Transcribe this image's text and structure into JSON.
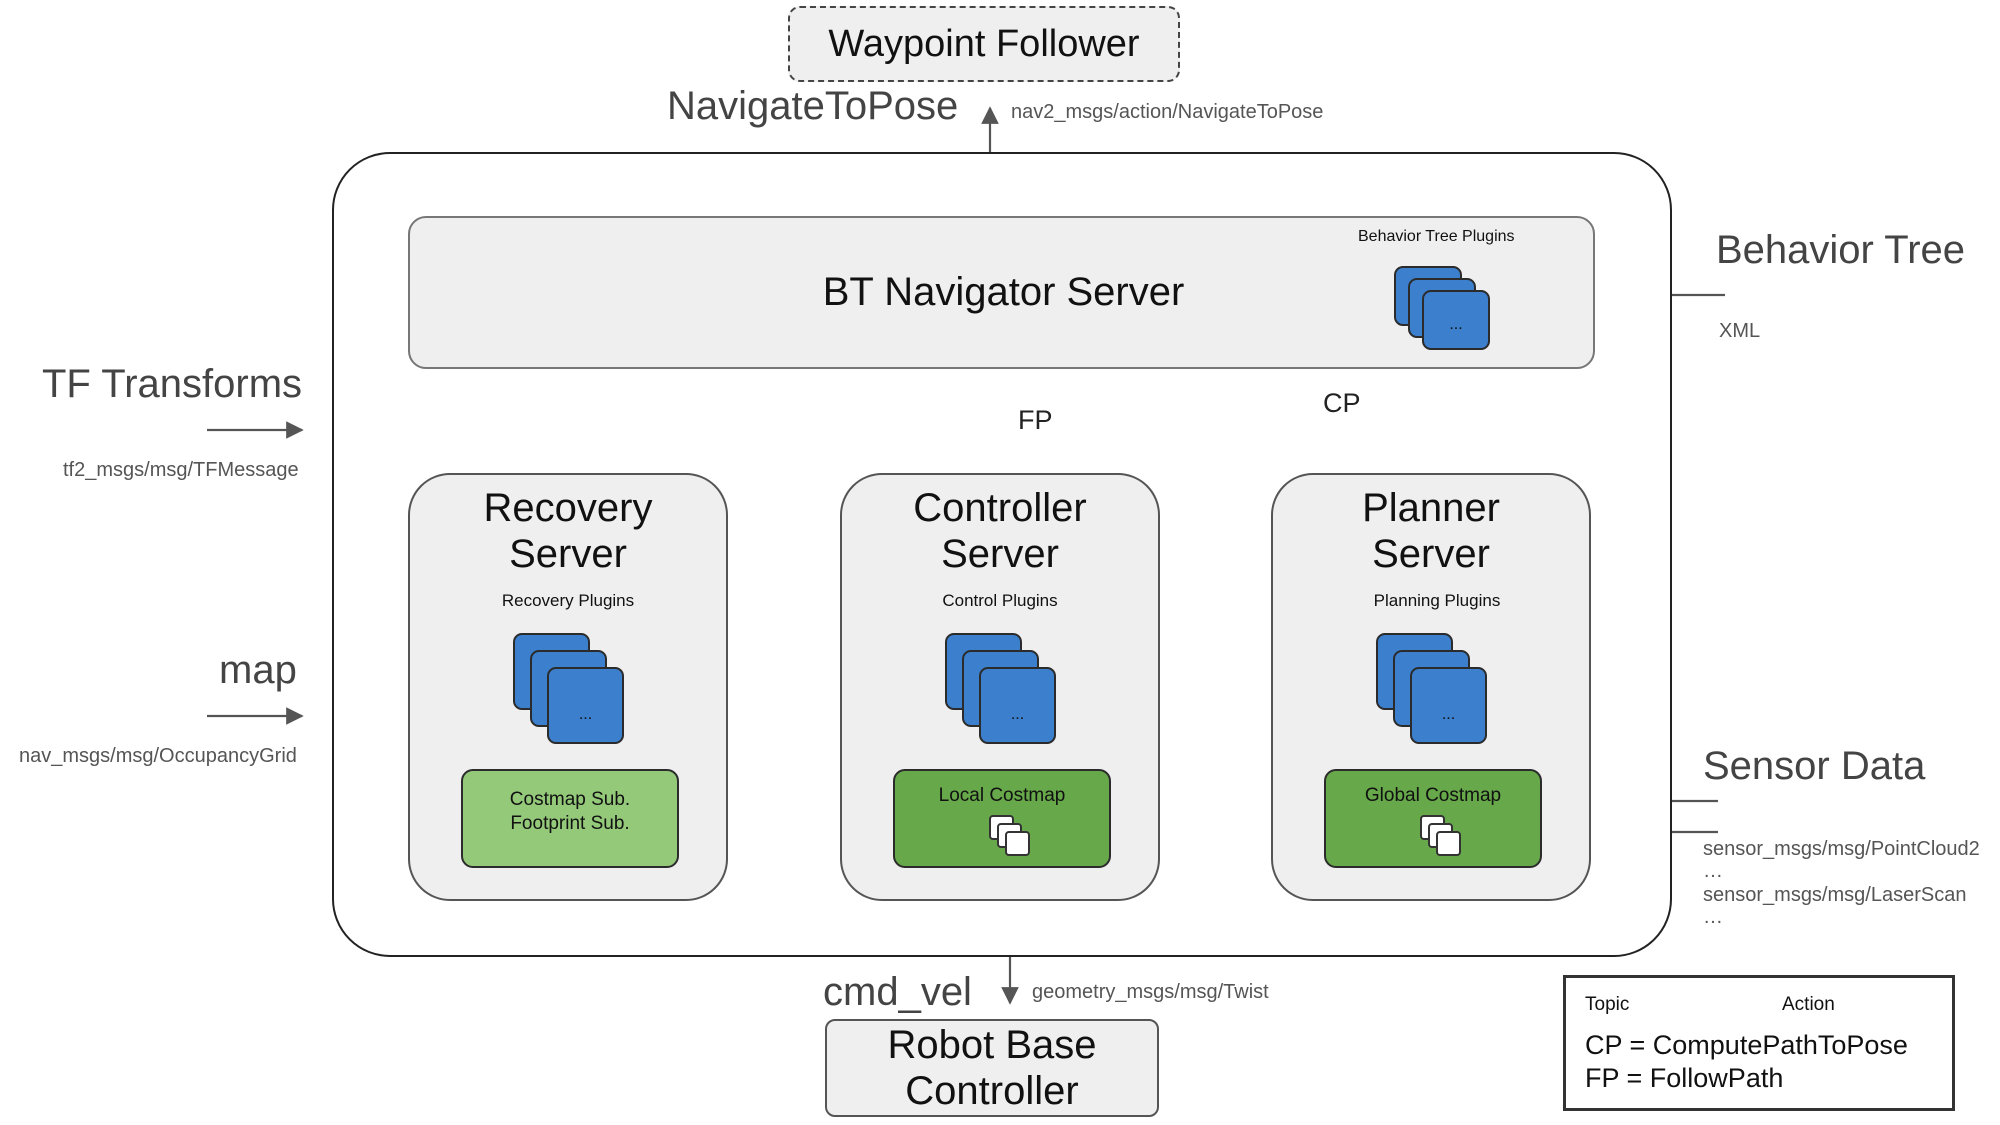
{
  "waypoint_follower": "Waypoint Follower",
  "navigate_to_pose": {
    "label": "NavigateToPose",
    "msg": "nav2_msgs/action/NavigateToPose"
  },
  "bt_navigator": {
    "title": "BT Navigator Server",
    "plugins_label": "Behavior Tree Plugins",
    "ellipsis": "..."
  },
  "behavior_tree": {
    "label": "Behavior Tree",
    "msg": "XML"
  },
  "tf_transforms": {
    "label": "TF Transforms",
    "msg": "tf2_msgs/msg/TFMessage"
  },
  "map": {
    "label": "map",
    "msg": "nav_msgs/msg/OccupancyGrid"
  },
  "fp_label": "FP",
  "cp_label": "CP",
  "recovery_server": {
    "title_line1": "Recovery",
    "title_line2": "Server",
    "plugins_label": "Recovery Plugins",
    "ellipsis": "...",
    "costmap_line1": "Costmap Sub.",
    "costmap_line2": "Footprint Sub."
  },
  "controller_server": {
    "title_line1": "Controller",
    "title_line2": "Server",
    "plugins_label": "Control Plugins",
    "ellipsis": "...",
    "costmap_label": "Local Costmap"
  },
  "planner_server": {
    "title_line1": "Planner",
    "title_line2": "Server",
    "plugins_label": "Planning Plugins",
    "ellipsis": "...",
    "costmap_label": "Global Costmap"
  },
  "sensor_data": {
    "label": "Sensor Data",
    "msg1": "sensor_msgs/msg/PointCloud2",
    "dots1": "…",
    "msg2": "sensor_msgs/msg/LaserScan",
    "dots2": "…"
  },
  "cmd_vel": {
    "label": "cmd_vel",
    "msg": "geometry_msgs/msg/Twist"
  },
  "robot_base": {
    "line1": "Robot Base",
    "line2": "Controller"
  },
  "legend": {
    "topic": "Topic",
    "action": "Action",
    "cp_def": "CP = ComputePathToPose",
    "fp_def": "FP = FollowPath"
  },
  "colors": {
    "plugin_blue": "#3b7fcd",
    "costmap_green": "#66a84a",
    "costmap_light_green": "#94c97a",
    "server_gray": "#efefef",
    "arrow_gray": "#555555"
  }
}
